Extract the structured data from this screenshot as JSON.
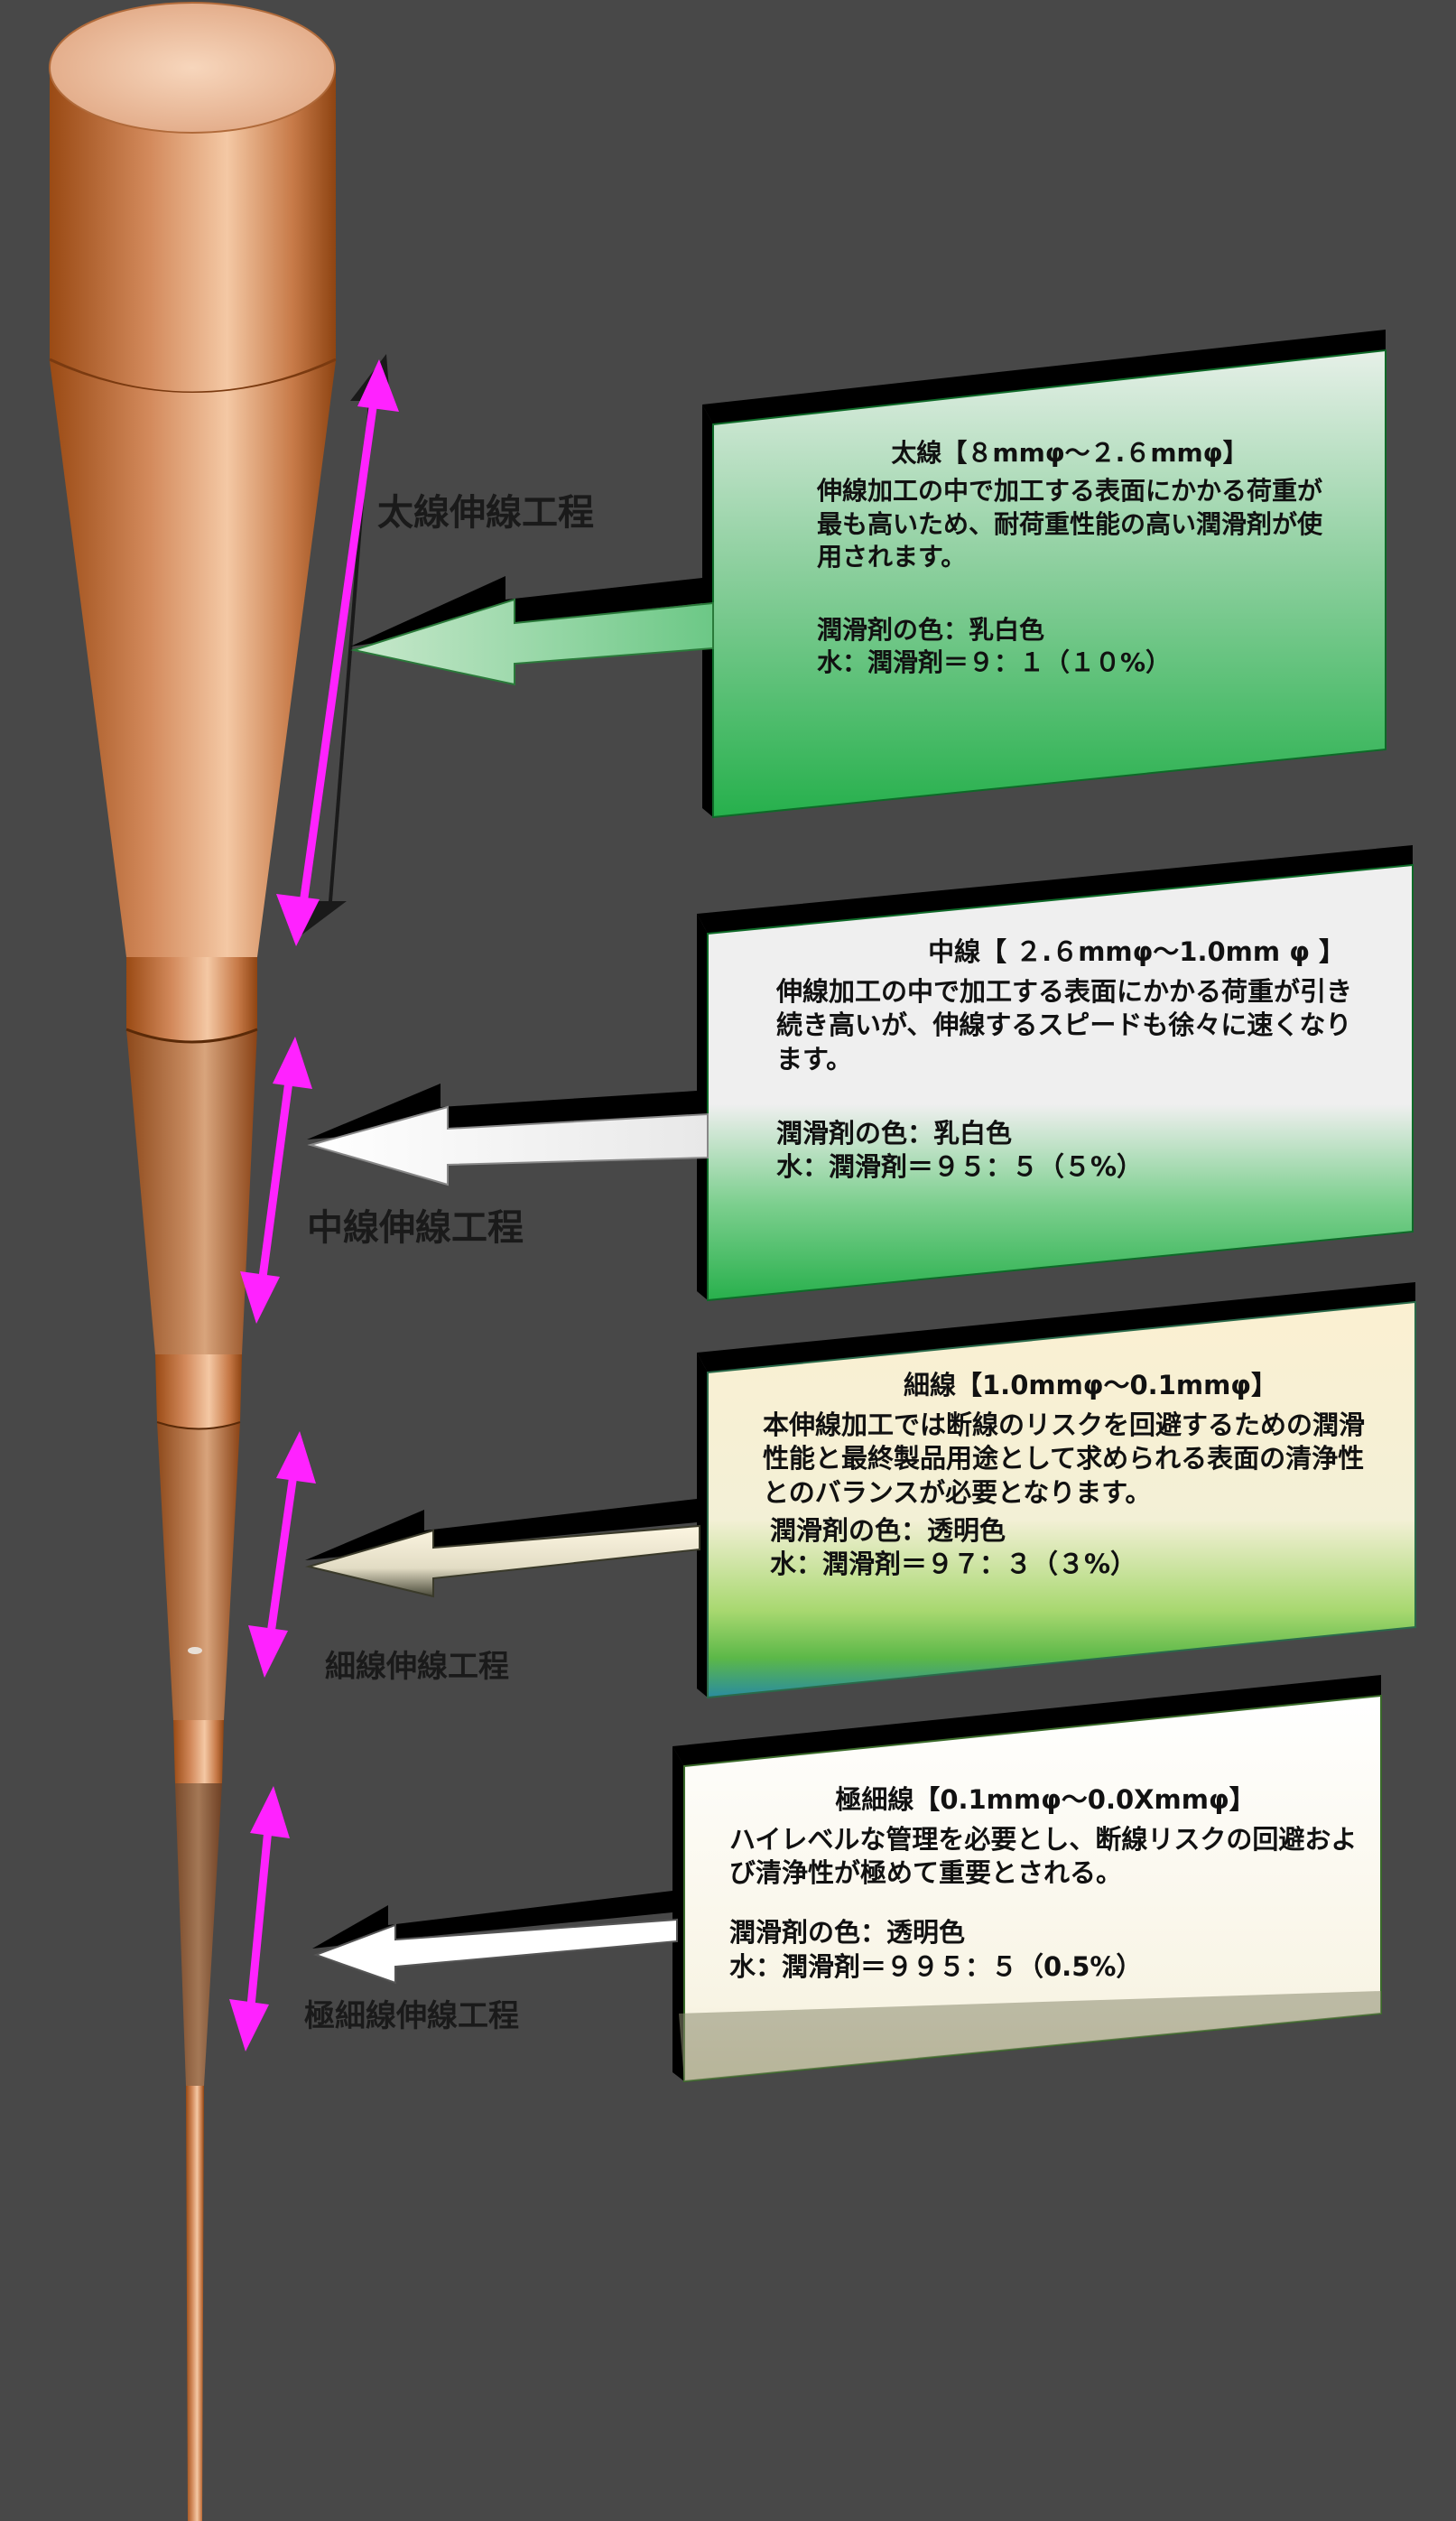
{
  "diagram": {
    "stages": [
      {
        "label": "太線伸線工程",
        "title": "太線【８mmφ～２.６mmφ】",
        "description": "伸線加工の中で加工する表面にかかる荷重が最も高いため、耐荷重性能の高い潤滑剤が使用されます。",
        "color_line": "潤滑剤の色：乳白色",
        "ratio_line": "水：潤滑剤＝９：１（１０%）"
      },
      {
        "label": "中線伸線工程",
        "title": "中線【 ２.６mmφ～1.0mm φ 】",
        "description": "伸線加工の中で加工する表面にかかる荷重が引き続き高いが、伸線するスピードも徐々に速くなります。",
        "color_line": "潤滑剤の色：乳白色",
        "ratio_line": "水：潤滑剤＝９５：５（５%）"
      },
      {
        "label": "細線伸線工程",
        "title": "細線【1.0mmφ～0.1mmφ】",
        "description": "本伸線加工では断線のリスクを回避するための潤滑性能と最終製品用途として求められる表面の清浄性とのバランスが必要となります。",
        "color_line": "潤滑剤の色：透明色",
        "ratio_line": "水：潤滑剤＝９７：３（３%）"
      },
      {
        "label": "極細線伸線工程",
        "title": "極細線【0.1mmφ～0.0Xmmφ】",
        "description": "ハイレベルな管理を必要とし、断線リスクの回避および清浄性が極めて重要とされる。",
        "color_line": "潤滑剤の色：透明色",
        "ratio_line": "水：潤滑剤＝９９５：５（0.5%）"
      }
    ],
    "colors": {
      "background": "#484848",
      "copper_dark": "#9a4a14",
      "copper_light": "#f4c8a4",
      "arrow_magenta": "#ff22ff",
      "panel_green": "#22b04a",
      "panel_shadow": "#000000"
    }
  }
}
